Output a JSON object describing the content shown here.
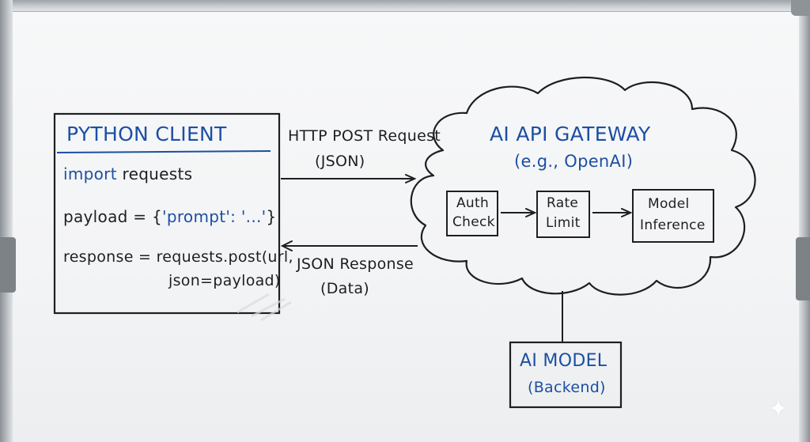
{
  "client": {
    "title": "PYTHON CLIENT",
    "line_import_kw": "import",
    "line_import_rest": " requests",
    "line_payload_lead": "payload = {",
    "line_payload_str": "'prompt': '...'",
    "line_payload_close": "}",
    "line_response_1": "response = requests.post(url,",
    "line_response_2": "json=payload)"
  },
  "request_arrow": {
    "label_1": "HTTP POST Request",
    "label_2": "(JSON)"
  },
  "response_arrow": {
    "label_1": "JSON Response",
    "label_2": "(Data)"
  },
  "gateway": {
    "title": "AI API GATEWAY",
    "subtitle": "(e.g., OpenAI)",
    "steps": [
      {
        "line1": "Auth",
        "line2": "Check"
      },
      {
        "line1": "Rate",
        "line2": "Limit"
      },
      {
        "line1": "Model",
        "line2": "Inference"
      }
    ]
  },
  "model": {
    "title": "AI MODEL",
    "subtitle": "(Backend)"
  },
  "colors": {
    "ink_black": "#1d1f22",
    "ink_blue": "#1c4fa3",
    "board": "#f4f5f6"
  },
  "icons": {
    "watermark": "sparkle-icon"
  }
}
